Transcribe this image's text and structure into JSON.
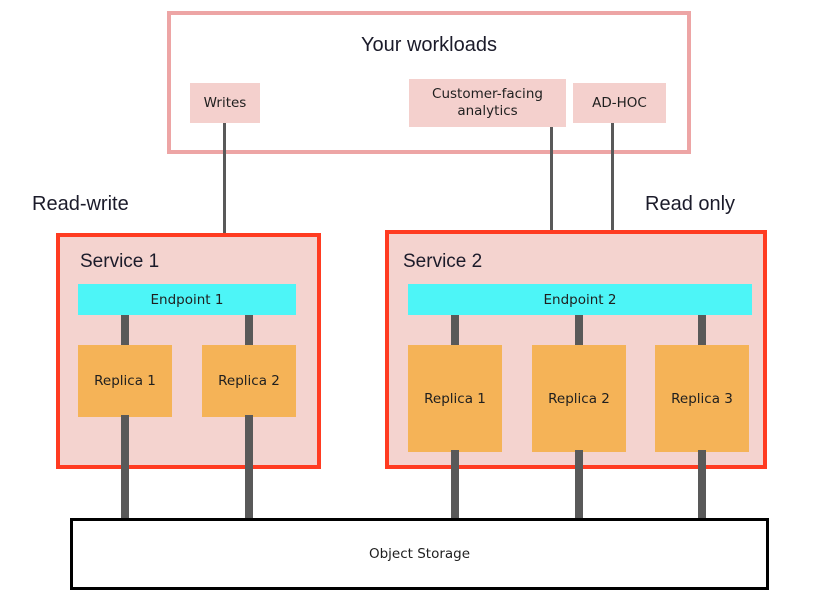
{
  "diagram": {
    "background": "#ffffff",
    "colors": {
      "workload_panel_border": "#eda5a5",
      "workload_box_fill": "#f4d0cd",
      "service_border": "#ff3b21",
      "service_fill": "#f4d3cf",
      "endpoint_fill": "#4df5f7",
      "replica_fill": "#f5b357",
      "connector": "#595959",
      "storage_border": "#000000",
      "text": "#1b1b2a"
    }
  },
  "workloads": {
    "title": "Your workloads",
    "boxes": [
      {
        "label": "Writes"
      },
      {
        "label": "Customer-facing analytics"
      },
      {
        "label": "AD-HOC"
      }
    ]
  },
  "captions": {
    "read_write": "Read-write",
    "read_only": "Read only"
  },
  "services": [
    {
      "title": "Service 1",
      "endpoint": "Endpoint 1",
      "replicas": [
        {
          "label": "Replica 1"
        },
        {
          "label": "Replica 2"
        }
      ]
    },
    {
      "title": "Service 2",
      "endpoint": "Endpoint 2",
      "replicas": [
        {
          "label": "Replica 1"
        },
        {
          "label": "Replica 2"
        },
        {
          "label": "Replica 3"
        }
      ]
    }
  ],
  "storage": {
    "label": "Object Storage"
  }
}
